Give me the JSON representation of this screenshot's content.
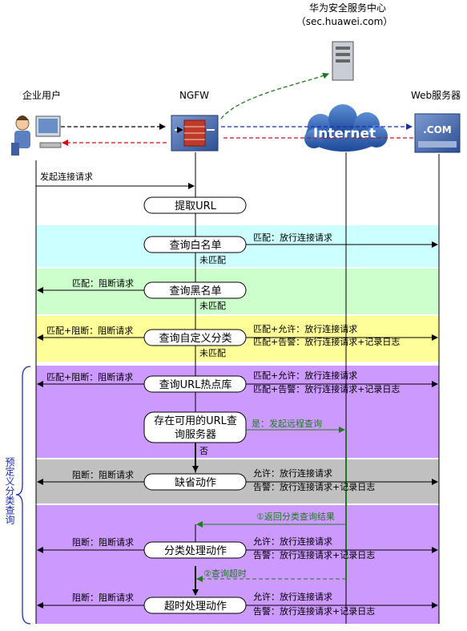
{
  "header": {
    "enterprise_user": "企业用户",
    "ngfw": "NGFW",
    "security_center": "华为安全服务中心",
    "security_center_domain": "（sec.huawei.com）",
    "web_server": "Web服务器",
    "internet": "Internet",
    "com_label": ".COM"
  },
  "flow": {
    "initiate": "发起连接请求",
    "extract_url": "提取URL",
    "whitelist": "查询白名单",
    "whitelist_match": "匹配：放行连接请求",
    "unmatched_1": "未匹配",
    "blacklist": "查询黑名单",
    "blacklist_match": "匹配：阻断请求",
    "unmatched_2": "未匹配",
    "custom_category": "查询自定义分类",
    "custom_block": "匹配+阻断：阻断请求",
    "custom_allow": "匹配+允许：放行连接请求",
    "custom_alert": "匹配+告警：放行连接请求+记录日志",
    "unmatched_3": "未匹配",
    "hot_cache": "查询URL热点库",
    "hot_block": "匹配+阻断：阻断请求",
    "hot_allow": "匹配+允许：放行连接请求",
    "hot_alert": "匹配+告警：放行连接请求+记录日志",
    "server_query_line1": "存在可用的URL查",
    "server_query_line2": "询服务器",
    "yes_remote": "是：发起远程查询",
    "no": "否",
    "default_action": "缺省动作",
    "default_block": "阻断：阻断请求",
    "default_allow": "允许：放行连接请求",
    "default_alert": "告警：放行连接请求+记录日志",
    "return_result": "①返回分类查询结果",
    "category_action": "分类处理动作",
    "category_block": "阻断：阻断请求",
    "category_allow": "允许：放行连接请求",
    "category_alert": "告警：放行连接请求+记录日志",
    "query_timeout": "②查询超时",
    "timeout_action": "超时处理动作",
    "timeout_block": "阻断：阻断请求",
    "timeout_allow": "允许：放行连接请求",
    "timeout_alert": "告警：放行连接请求+记录日志"
  },
  "side": {
    "predefined_label": "预定义分类查询"
  },
  "colors": {
    "band_cyan": "#ccffff",
    "band_green": "#ccffcc",
    "band_yellow": "#ffff99",
    "band_purple": "#cc99ff",
    "band_gray": "#c0c0c0",
    "arrow_green": "#1f7a1f",
    "arrow_blue": "#1a2fb0",
    "arrow_red": "#d01010"
  }
}
